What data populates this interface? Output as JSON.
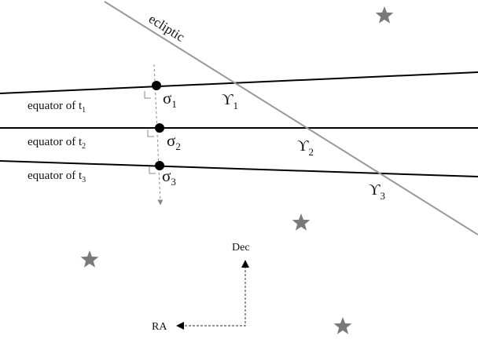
{
  "diagram": {
    "ecliptic_label": "ecliptic",
    "equators": [
      {
        "label": "equator of t",
        "subscript": "1"
      },
      {
        "label": "equator of t",
        "subscript": "2"
      },
      {
        "label": "equator of t",
        "subscript": "3"
      }
    ],
    "sigma_points": [
      {
        "symbol": "σ",
        "subscript": "1"
      },
      {
        "symbol": "σ",
        "subscript": "2"
      },
      {
        "symbol": "σ",
        "subscript": "3"
      }
    ],
    "equinox_points": [
      {
        "symbol": "ϒ",
        "subscript": "1"
      },
      {
        "symbol": "ϒ",
        "subscript": "2"
      },
      {
        "symbol": "ϒ",
        "subscript": "3"
      }
    ],
    "axes": {
      "dec_label": "Dec",
      "ra_label": "RA"
    },
    "star_count": 4,
    "colors": {
      "ecliptic": "#999999",
      "equator": "#000000",
      "star": "#7a7a7a",
      "point": "#000000"
    }
  }
}
